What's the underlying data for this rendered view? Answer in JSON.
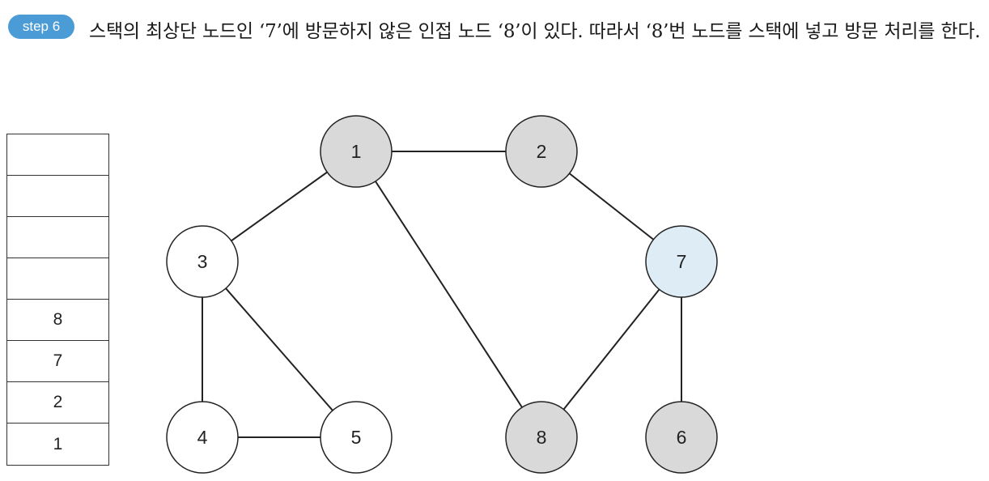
{
  "header": {
    "step_label": "step 6",
    "description": "스택의 최상단 노드인 ‘7’에 방문하지 않은 인접 노드 ‘8’이 있다. 따라서 ‘8’번 노드를 스택에 넣고 방문 처리를 한다."
  },
  "stack": {
    "cells": [
      "",
      "",
      "",
      "",
      "8",
      "7",
      "2",
      "1"
    ]
  },
  "graph": {
    "nodes": [
      {
        "id": "1",
        "label": "1",
        "state": "visited"
      },
      {
        "id": "2",
        "label": "2",
        "state": "visited"
      },
      {
        "id": "3",
        "label": "3",
        "state": "unvisited"
      },
      {
        "id": "7",
        "label": "7",
        "state": "current"
      },
      {
        "id": "4",
        "label": "4",
        "state": "unvisited"
      },
      {
        "id": "5",
        "label": "5",
        "state": "unvisited"
      },
      {
        "id": "8",
        "label": "8",
        "state": "visited"
      },
      {
        "id": "6",
        "label": "6",
        "state": "visited"
      }
    ],
    "edges": [
      [
        "1",
        "2"
      ],
      [
        "1",
        "3"
      ],
      [
        "1",
        "8"
      ],
      [
        "2",
        "7"
      ],
      [
        "3",
        "4"
      ],
      [
        "3",
        "5"
      ],
      [
        "4",
        "5"
      ],
      [
        "7",
        "8"
      ],
      [
        "7",
        "6"
      ]
    ],
    "colors": {
      "visited": "#d9d9d9",
      "current": "#deedf5",
      "unvisited": "#ffffff",
      "stroke": "#222222"
    }
  }
}
